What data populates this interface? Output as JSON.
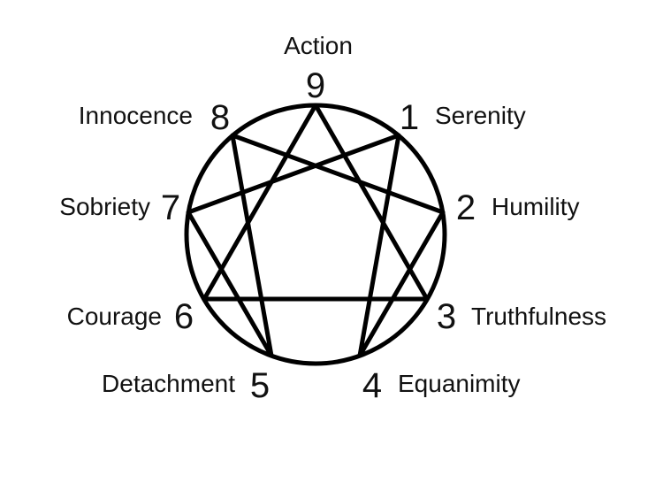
{
  "diagram": {
    "points": [
      {
        "number": "9",
        "virtue": "Action"
      },
      {
        "number": "1",
        "virtue": "Serenity"
      },
      {
        "number": "2",
        "virtue": "Humility"
      },
      {
        "number": "3",
        "virtue": "Truthfulness"
      },
      {
        "number": "4",
        "virtue": "Equanimity"
      },
      {
        "number": "5",
        "virtue": "Detachment"
      },
      {
        "number": "6",
        "virtue": "Courage"
      },
      {
        "number": "7",
        "virtue": "Sobriety"
      },
      {
        "number": "8",
        "virtue": "Innocence"
      }
    ],
    "colors": {
      "stroke": "#000000",
      "text": "#111111",
      "background": "#ffffff"
    }
  }
}
